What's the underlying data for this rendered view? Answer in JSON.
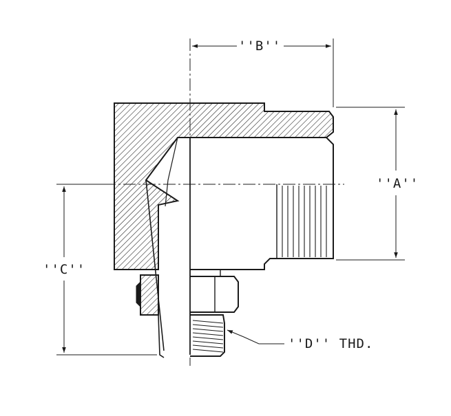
{
  "labels": {
    "b": "''B''",
    "a": "''A''",
    "c": "''C''",
    "d": "''D'' THD."
  },
  "colors": {
    "ink": "#1a1a1a",
    "paper": "#ffffff"
  }
}
